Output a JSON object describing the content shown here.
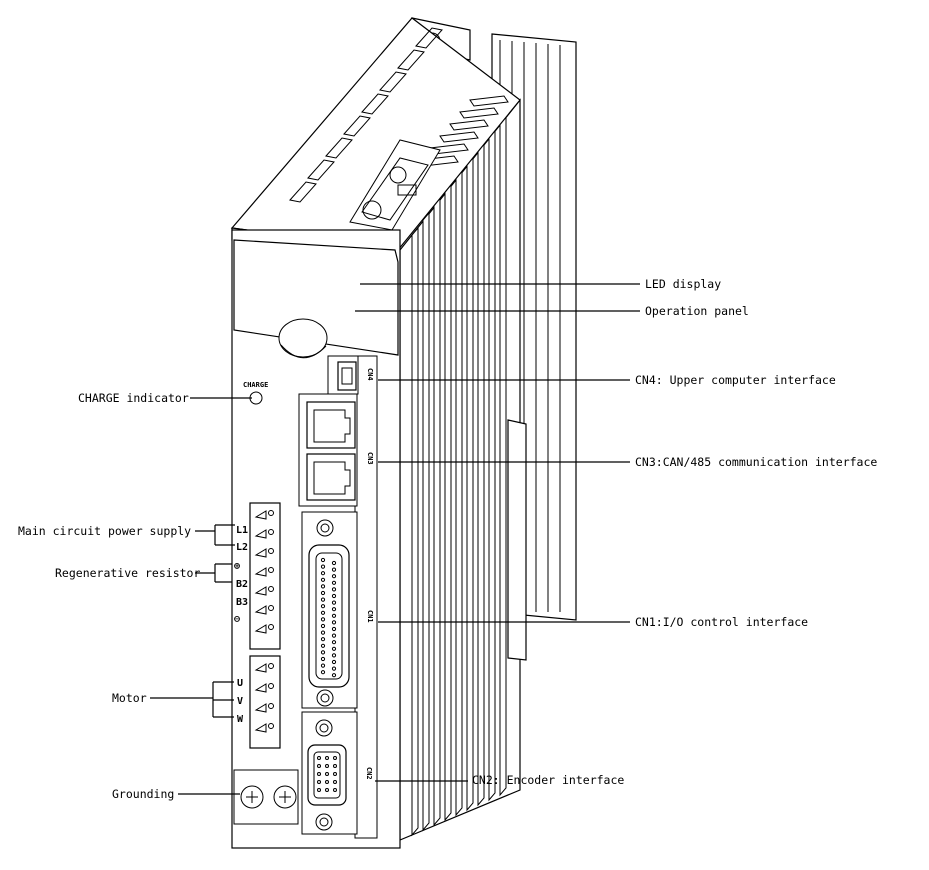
{
  "labels": {
    "led_display": "LED display",
    "operation_panel": "Operation panel",
    "cn4": "CN4: Upper computer interface",
    "cn3": "CN3:CAN/485 communication interface",
    "cn1": "CN1:I/O control interface",
    "cn2": "CN2: Encoder interface",
    "charge_indicator": "CHARGE indicator",
    "main_power": "Main circuit power supply",
    "regen_resistor": "Regenerative resistor",
    "motor": "Motor",
    "grounding": "Grounding"
  },
  "device_marks": {
    "charge": "CHARGE",
    "cn4": "CN4",
    "cn3": "CN3",
    "cn1": "CN1",
    "cn2": "CN2",
    "l1": "L1",
    "l2": "L2",
    "b2": "B2",
    "b3": "B3",
    "u": "U",
    "v": "V",
    "w": "W",
    "plus_symbol": "⊕",
    "minus_symbol": "⊖"
  }
}
